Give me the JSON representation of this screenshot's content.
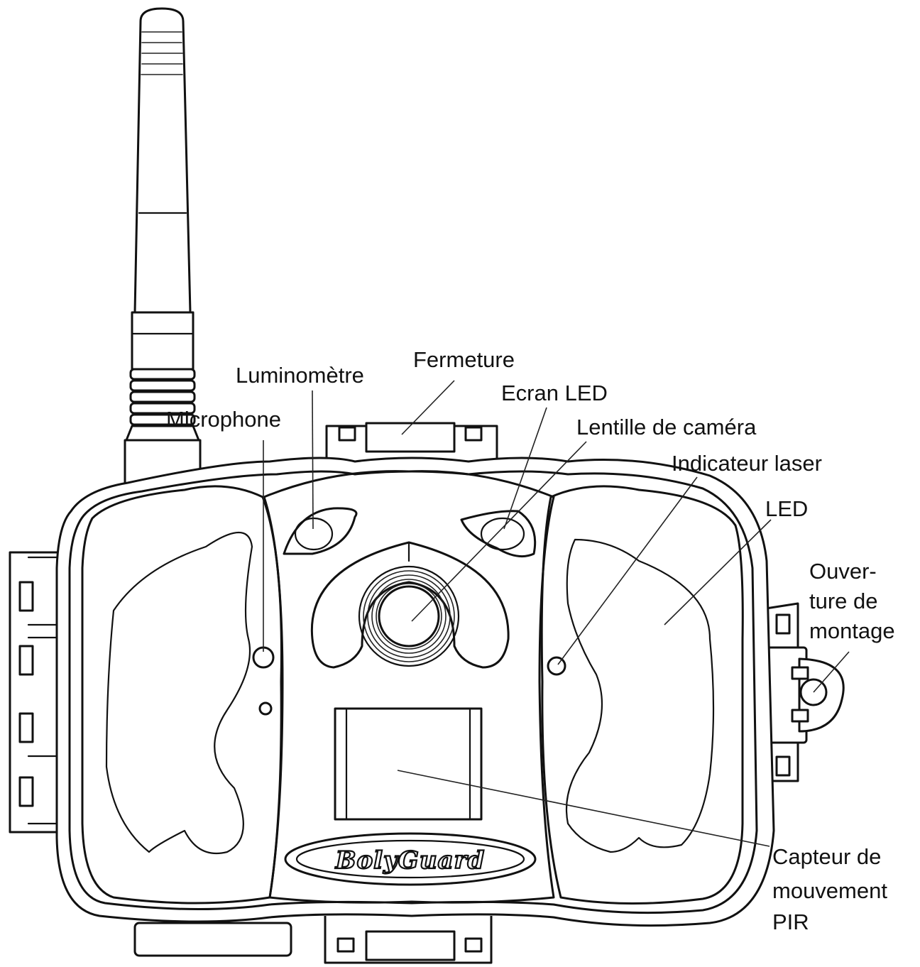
{
  "labels": {
    "fermeture": "Fermeture",
    "luminometre": "Luminomètre",
    "ecran_led": "Ecran LED",
    "microphone": "Microphone",
    "lentille": "Lentille de caméra",
    "indicateur_laser": "Indicateur laser",
    "led": "LED",
    "ouverture_1": "Ouver-",
    "ouverture_2": "ture de",
    "ouverture_3": "montage",
    "capteur_1": "Capteur de",
    "capteur_2": "mouvement",
    "capteur_3": "PIR"
  },
  "logo": "BolyGuard",
  "colors": {
    "line": "#111111",
    "background": "#ffffff"
  }
}
